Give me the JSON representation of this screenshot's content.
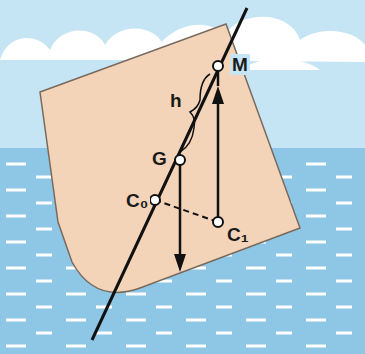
{
  "diagram": {
    "labels": [
      "M",
      "h",
      "G",
      "C₀",
      "C₁"
    ]
  }
}
